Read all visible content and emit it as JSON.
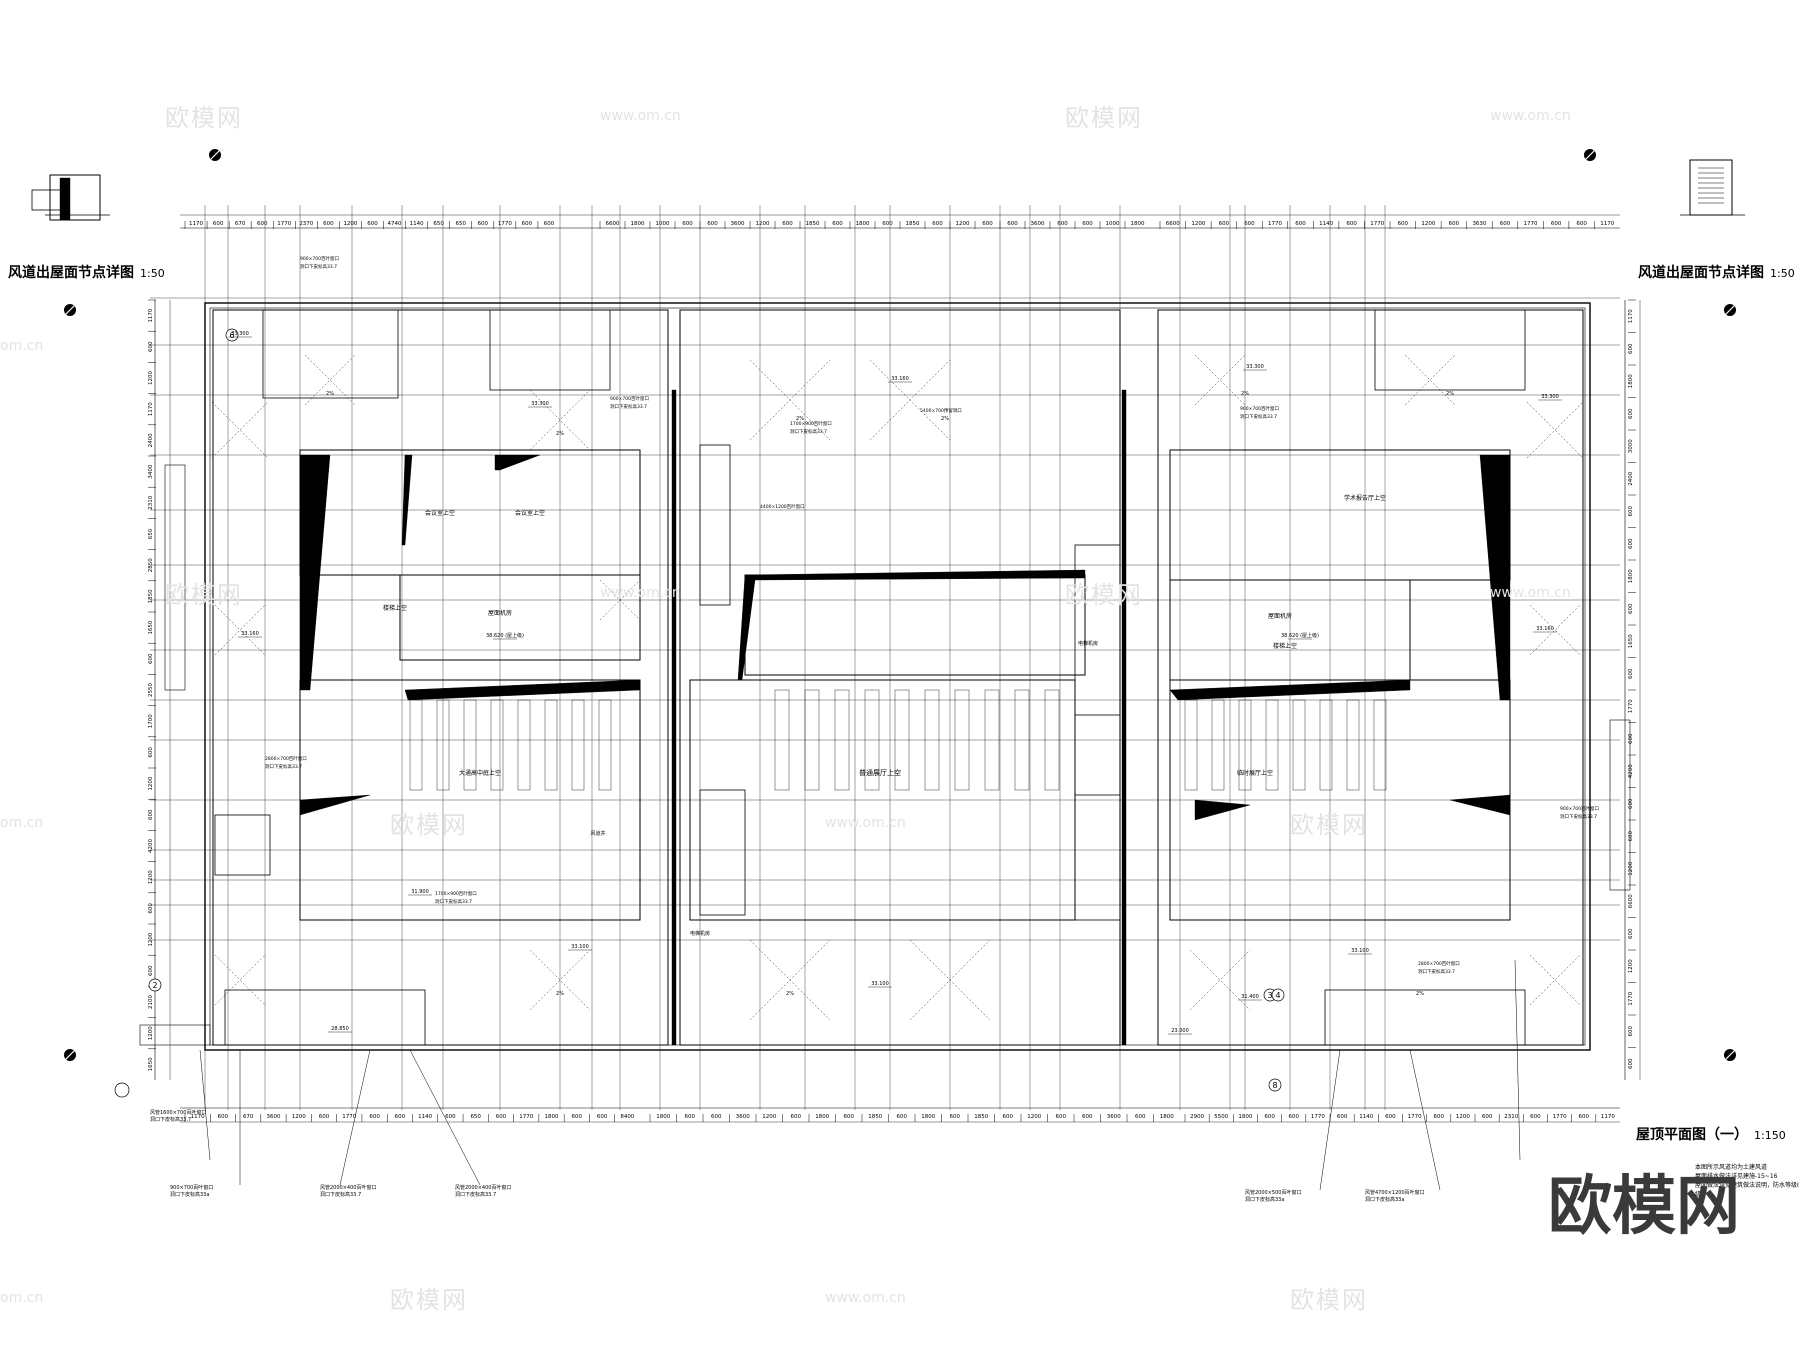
{
  "drawing": {
    "main_title": "屋顶平面图（一）",
    "main_scale": "1:150",
    "detail_left_title": "风道出屋面节点详图",
    "detail_left_scale": "1:50",
    "detail_right_title": "风道出屋面节点详图",
    "detail_right_scale": "1:50",
    "corner_logo": "欧模网",
    "watermark_text": "欧模网",
    "watermark_url": "www.om.cn",
    "watermark_url_short": "om.cn"
  },
  "dimensions": {
    "top_chain_left": [
      "1170",
      "600",
      "670",
      "600",
      "1770",
      "2370",
      "600",
      "1200",
      "600",
      "4740",
      "1140",
      "650",
      "650",
      "600",
      "1770",
      "600",
      "600"
    ],
    "top_chain_mid": [
      "6600",
      "1800",
      "1000",
      "600",
      "600",
      "3600",
      "1200",
      "600",
      "1850",
      "600",
      "1800",
      "600",
      "1850",
      "600",
      "1200",
      "600",
      "600",
      "3600",
      "600",
      "600",
      "1000",
      "1800"
    ],
    "top_chain_right": [
      "6600",
      "1200",
      "600",
      "600",
      "1770",
      "600",
      "1140",
      "600",
      "1770",
      "600",
      "1200",
      "600",
      "3630",
      "600",
      "1770",
      "600",
      "600",
      "1170"
    ],
    "bottom_chain_left": [
      "1170",
      "600",
      "670",
      "3600",
      "1200",
      "600",
      "1770",
      "600",
      "600",
      "1140",
      "600",
      "650",
      "600",
      "1770",
      "1800",
      "600",
      "600",
      "8400"
    ],
    "bottom_chain_mid": [
      "1800",
      "600",
      "600",
      "3600",
      "1200",
      "600",
      "1800",
      "600",
      "1850",
      "600",
      "1800",
      "600",
      "1850",
      "600",
      "1200",
      "600",
      "600",
      "3600",
      "600",
      "1800"
    ],
    "bottom_chain_right": [
      "2900",
      "5500",
      "1800",
      "600",
      "600",
      "1770",
      "600",
      "1140",
      "600",
      "1770",
      "600",
      "1200",
      "600",
      "2310",
      "600",
      "1770",
      "600",
      "1170"
    ],
    "left_side": [
      "1170",
      "600",
      "1200",
      "1170",
      "2400",
      "3400",
      "2310",
      "650",
      "2850",
      "1850",
      "1650",
      "600",
      "2550",
      "1700",
      "600",
      "1200",
      "600",
      "4200",
      "1200",
      "600",
      "1200",
      "600",
      "2100",
      "1200",
      "1650"
    ],
    "right_side": [
      "1170",
      "600",
      "1800",
      "600",
      "3000",
      "2400",
      "600",
      "600",
      "1800",
      "600",
      "1650",
      "600",
      "1770",
      "600",
      "4200",
      "600",
      "600",
      "1200",
      "6600",
      "600",
      "1200",
      "1770",
      "600",
      "600"
    ]
  },
  "labels": {
    "central_hall": "普通展厅上空",
    "stairs_left": "楼梯上空",
    "stairs_right": "楼梯上空",
    "room_left_1": "会议室上空",
    "room_left_2": "会议室上空",
    "room_right_1": "学术报告厅上空",
    "roof_left": "屋面机房",
    "roof_right": "屋面机房",
    "machine_room_left": "电梯机房",
    "machine_room_right": "电梯机房",
    "courtyard_left": "大通高中庭上空",
    "courtyard_right": "临时展厅上空",
    "pipe_well": "风道井",
    "scale_label_a": "屋面",
    "elev_a": "33.300",
    "elev_b": "33.160",
    "elev_c": "33.100",
    "elev_d": "38.620 (屋上级)",
    "elev_e": "31.900",
    "elev_f": "31.400",
    "elev_g": "28.850",
    "elev_h": "23.000",
    "opening_1": "900×700百叶窗口",
    "opening_2": "洞口下皮标高33.7",
    "opening_3": "1700×900百叶窗口",
    "opening_4": "2800×700百叶窗口",
    "opening_5": "4400×1200百叶窗口",
    "opening_6": "5400×700预留洞口",
    "slope_mark": "2%",
    "axis_2": "2",
    "axis_3": "3",
    "axis_4": "4",
    "axis_6": "6",
    "axis_8": "8"
  },
  "notes": {
    "bottom_right_1": "本图所示风道均为土建风道",
    "bottom_right_2": "屋面排水做法详见建施-15~16",
    "bottom_right_3": "屋面做法详见建筑做法说明，防水等级Ⅰ级",
    "callout_l1": "风管2000×400百叶窗口",
    "callout_l2": "洞口下皮标高33.7",
    "callout_l3": "风管1600×700百叶窗口",
    "callout_l4": "洞口下皮标高33.7",
    "callout_l5": "900×700百叶窗口",
    "callout_l6": "洞口下皮标高33a",
    "callout_r1": "风管2000×500百叶窗口",
    "callout_r2": "洞口下皮标高33a",
    "callout_r3": "风管4700×1200百叶窗口",
    "callout_r4": "洞口下皮标高33a"
  }
}
